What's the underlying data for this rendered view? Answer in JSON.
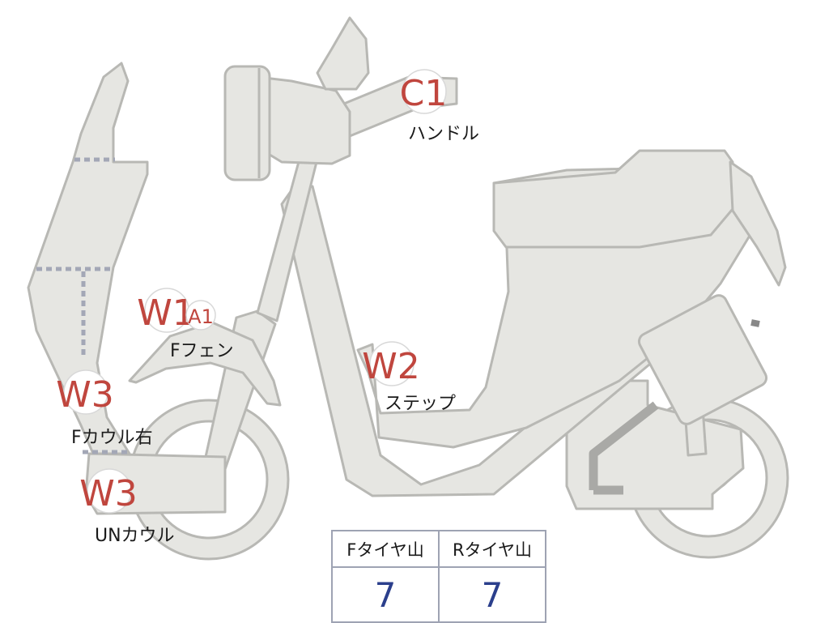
{
  "markers": [
    {
      "id": "c1-handle",
      "code": "C1",
      "label": "ハンドル"
    },
    {
      "id": "w1-f-fender",
      "code": "W1",
      "sub_code": "A1",
      "label": "Fフェン"
    },
    {
      "id": "w2-step",
      "code": "W2",
      "label": "ステップ"
    },
    {
      "id": "w3-f-cowl-right",
      "code": "W3",
      "label": "Fカウル右"
    },
    {
      "id": "w3-un-cowl",
      "code": "W3",
      "label": "UNカウル"
    }
  ],
  "tire_table": {
    "headers": [
      "Fタイヤ山",
      "Rタイヤ山"
    ],
    "values": [
      "7",
      "7"
    ]
  },
  "colors": {
    "body_fill": "#e6e6e2",
    "outline": "#b8b8b4",
    "code_red": "#c0463e",
    "value_blue": "#2b3f8c",
    "dashed": "#a3a7b6"
  }
}
